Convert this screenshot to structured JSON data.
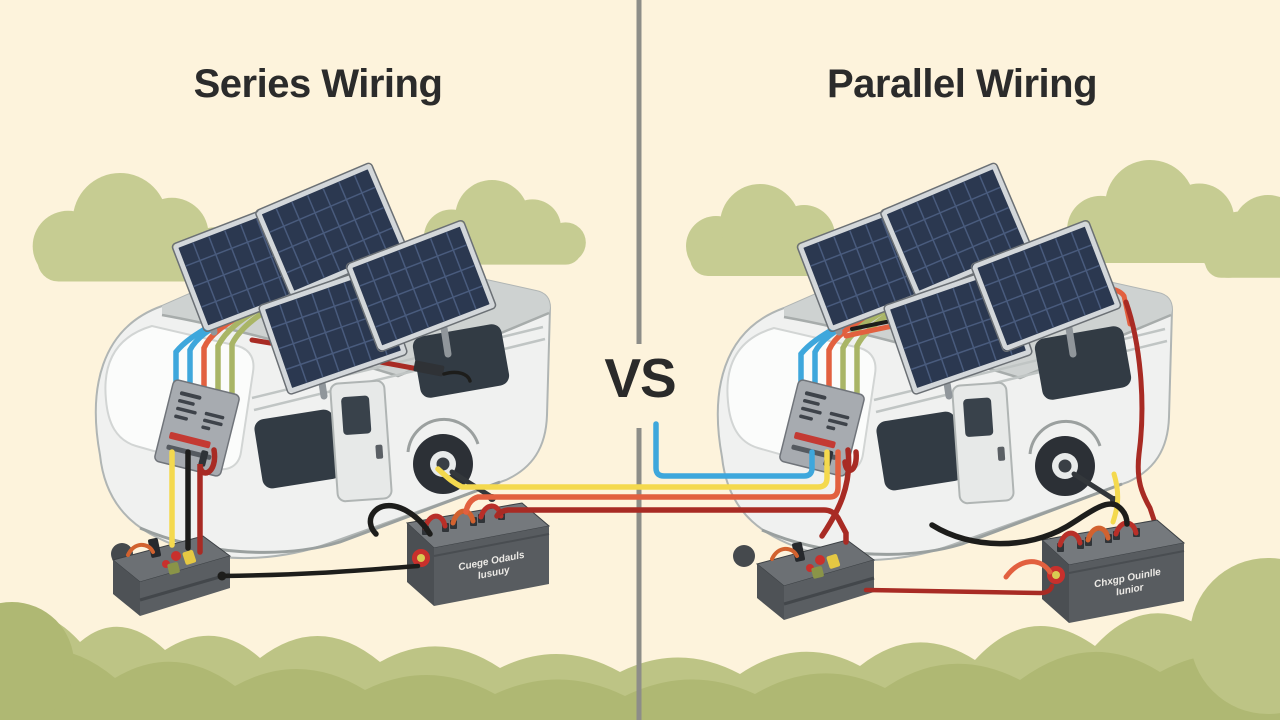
{
  "page": {
    "background": "#fdf3dc"
  },
  "header": {
    "left_title": "Series Wiring",
    "right_title": "Parallel Wiring",
    "vs_label": "VS"
  },
  "left_scene": {
    "battery_label_line1": "Cuege Odauls",
    "battery_label_line2": "Iusuuy"
  },
  "right_scene": {
    "battery_label_line1": "Chxgp Ouinlle",
    "battery_label_line2": "Iunior"
  },
  "colors": {
    "divider": "#8d8d88",
    "title_text": "#2b2b2b",
    "cloud_green": "#c6cc92",
    "bush_green_back": "#bdc485",
    "bush_green_front": "#afb873",
    "panel_navy": "#2b3850",
    "wire_blue": "#3ea7dc",
    "wire_yellow": "#f4d94e",
    "wire_orange": "#e2603f",
    "wire_olive": "#a9b566",
    "wire_dark_red": "#a82b24",
    "wire_red": "#c8302c",
    "wire_black": "#1d1d1b"
  }
}
